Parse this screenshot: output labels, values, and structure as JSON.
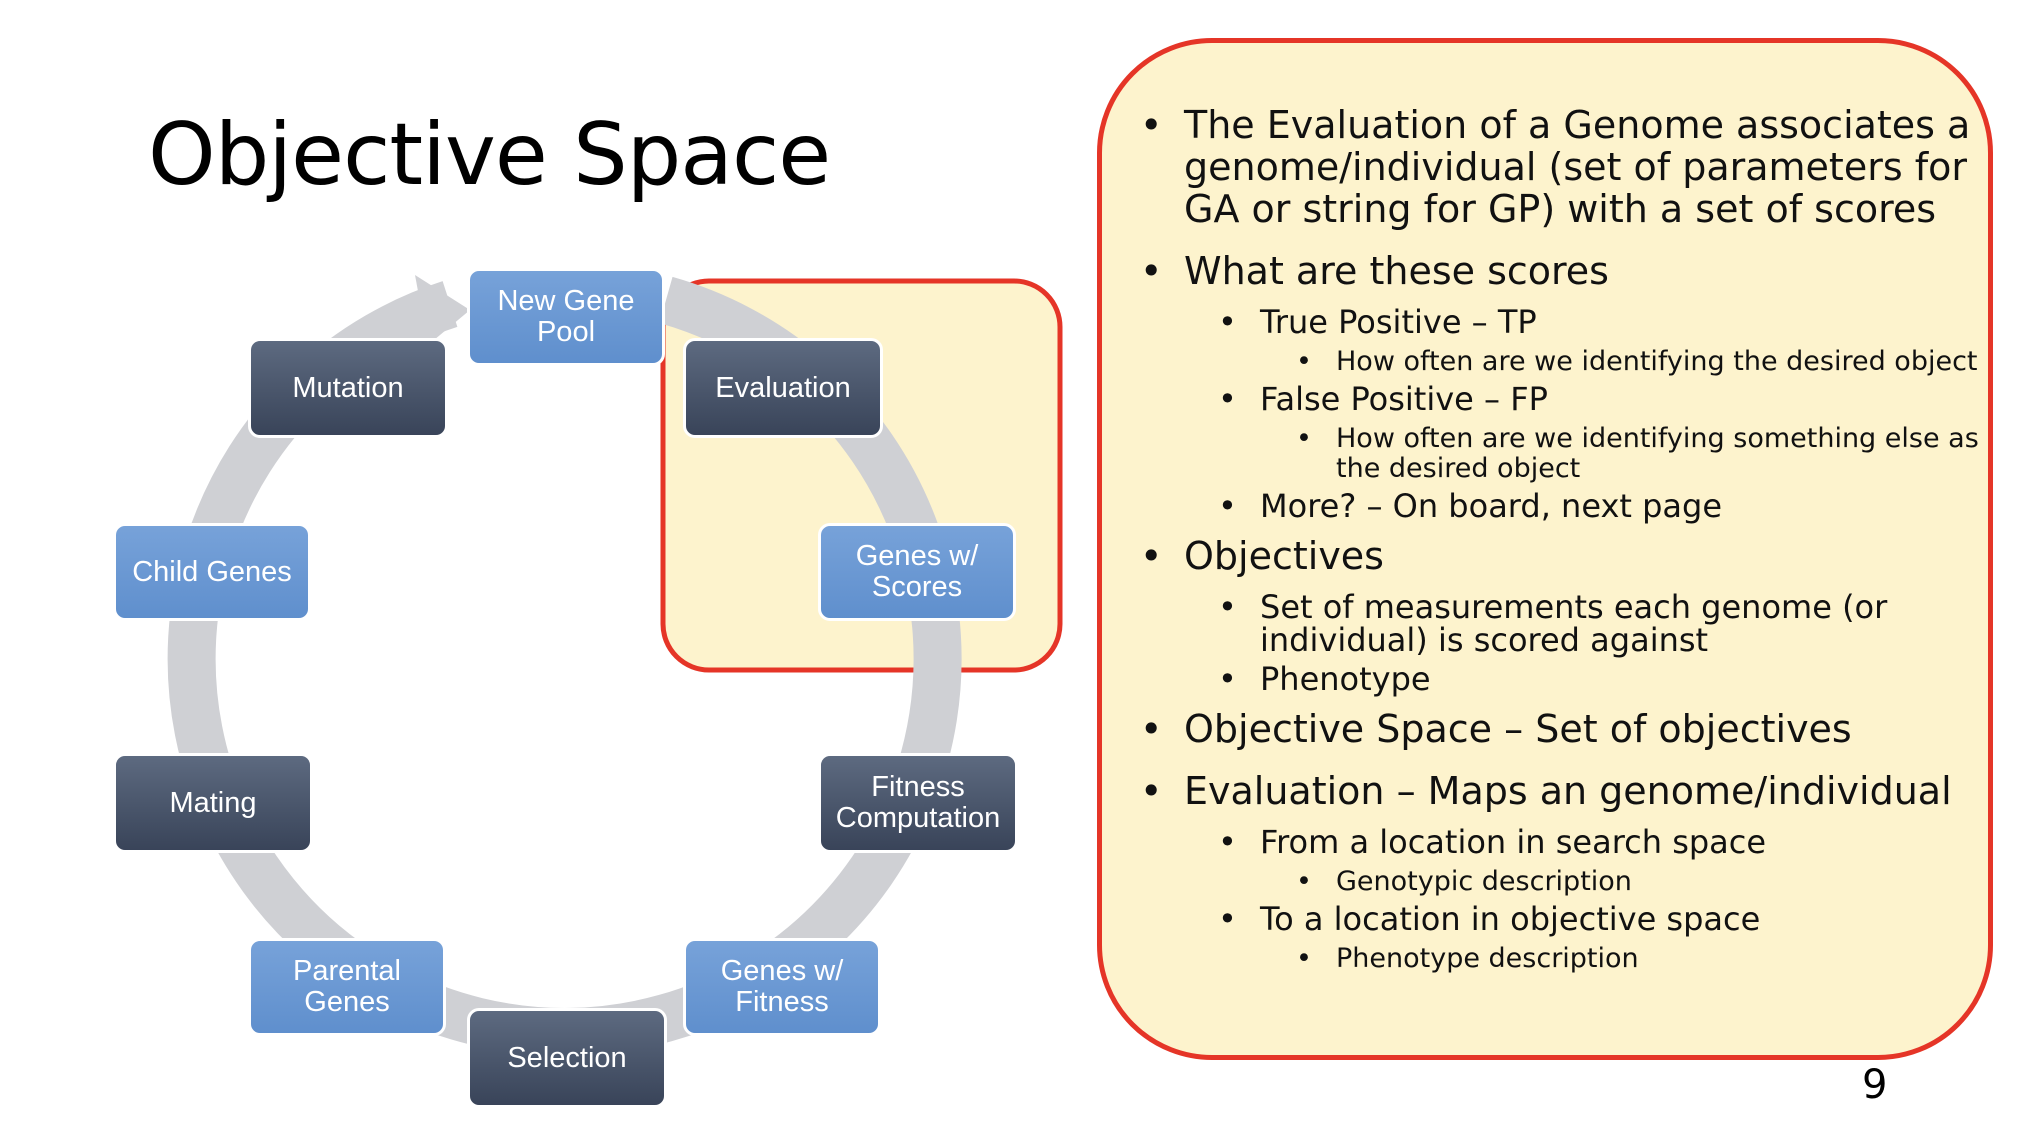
{
  "slide": {
    "title": "Objective Space",
    "page_number": "9"
  },
  "diagram": {
    "nodes": [
      {
        "id": "new-gene-pool",
        "label": "New Gene\nPool",
        "style": "light"
      },
      {
        "id": "evaluation",
        "label": "Evaluation",
        "style": "dark"
      },
      {
        "id": "genes-w-scores",
        "label": "Genes w/\nScores",
        "style": "light"
      },
      {
        "id": "fitness-computation",
        "label": "Fitness\nComputation",
        "style": "dark"
      },
      {
        "id": "genes-w-fitness",
        "label": "Genes w/\nFitness",
        "style": "light"
      },
      {
        "id": "selection",
        "label": "Selection",
        "style": "dark"
      },
      {
        "id": "parental-genes",
        "label": "Parental\nGenes",
        "style": "light"
      },
      {
        "id": "mating",
        "label": "Mating",
        "style": "dark"
      },
      {
        "id": "child-genes",
        "label": "Child Genes",
        "style": "light"
      },
      {
        "id": "mutation",
        "label": "Mutation",
        "style": "dark"
      }
    ],
    "colors": {
      "light_node": "#6b98d3",
      "dark_node": "#4a566b",
      "ring": "#cfd0d4",
      "highlight_fill": "#fdf3cd",
      "highlight_border": "#e53527"
    }
  },
  "bullets": [
    {
      "level": 1,
      "text": "The Evaluation of a Genome associates a genome/individual (set of parameters for GA or string for GP) with a set of scores"
    },
    {
      "level": 1,
      "text": "What are these scores"
    },
    {
      "level": 2,
      "text": "True Positive – TP"
    },
    {
      "level": 3,
      "text": "How often are we identifying the desired object"
    },
    {
      "level": 2,
      "text": "False Positive – FP"
    },
    {
      "level": 3,
      "text": "How often are we identifying something else as the desired object"
    },
    {
      "level": 2,
      "text": "More? – On board, next page"
    },
    {
      "level": 1,
      "text": "Objectives"
    },
    {
      "level": 2,
      "text": "Set of measurements each genome (or individual)  is scored against"
    },
    {
      "level": 2,
      "text": "Phenotype"
    },
    {
      "level": 1,
      "text": "Objective Space – Set of objectives"
    },
    {
      "level": 1,
      "text": "Evaluation – Maps an genome/individual"
    },
    {
      "level": 2,
      "text": "From a location in search space"
    },
    {
      "level": 3,
      "text": "Genotypic description"
    },
    {
      "level": 2,
      "text": "To a location in objective space"
    },
    {
      "level": 3,
      "text": "Phenotype description"
    }
  ]
}
